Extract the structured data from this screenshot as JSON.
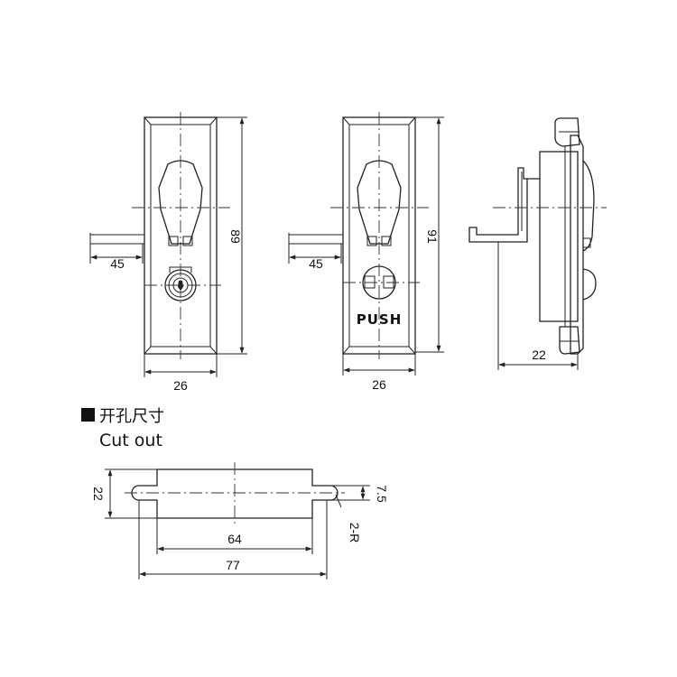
{
  "views": {
    "front_key": {
      "width_label": "26",
      "height_label": "89",
      "offset_label": "45"
    },
    "front_push": {
      "width_label": "26",
      "height_label": "91",
      "offset_label": "45",
      "push_label": "PUSH"
    },
    "side": {
      "depth_label": "22"
    }
  },
  "cutout": {
    "title_cn": "开孔尺寸",
    "title_en": "Cut out",
    "height_label": "22",
    "slot_label": "7.5",
    "radius_label": "2-R",
    "inner_width_label": "64",
    "outer_width_label": "77"
  },
  "colors": {
    "line": "#222222",
    "background": "#ffffff"
  }
}
